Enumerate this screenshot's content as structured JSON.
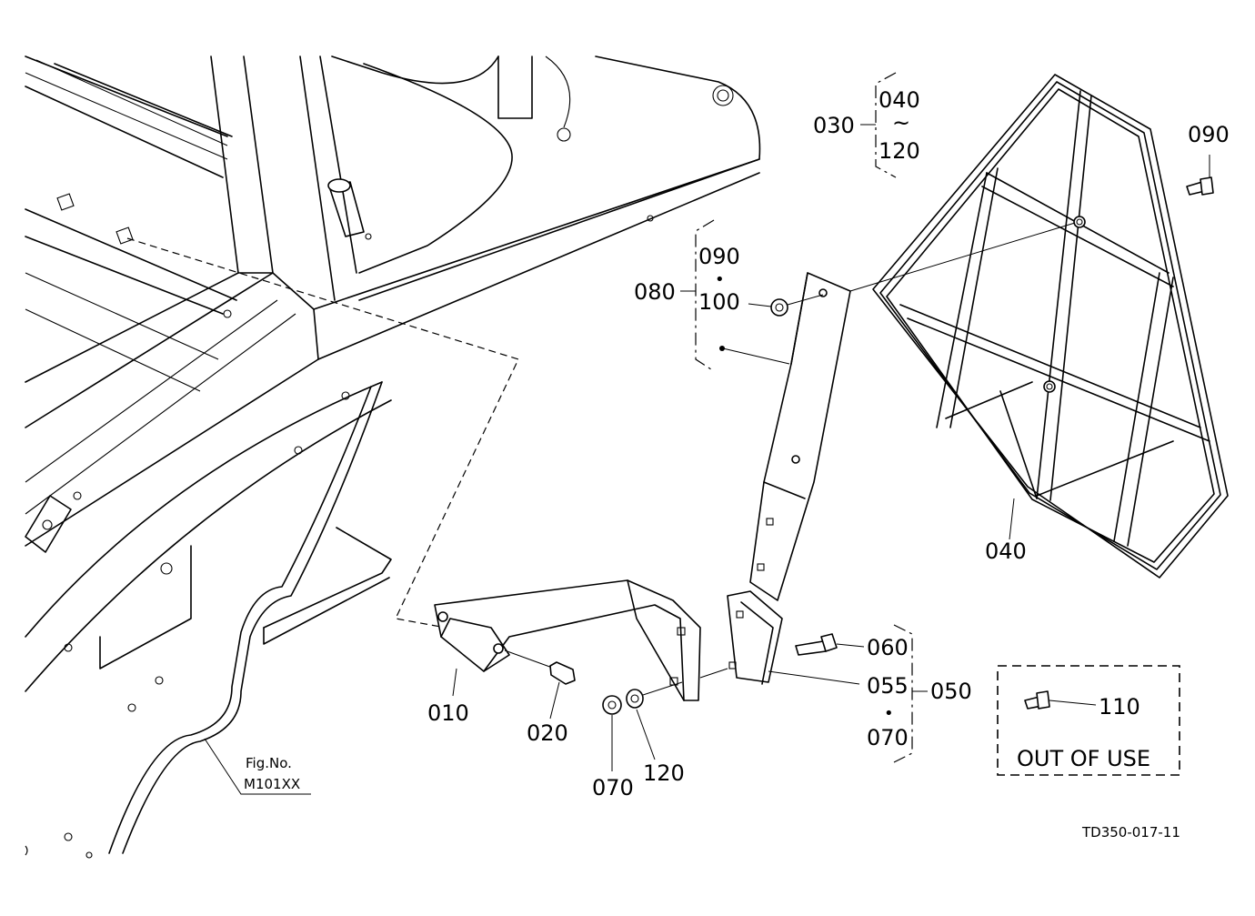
{
  "labels": {
    "p010": "010",
    "p020": "020",
    "p030": "030",
    "p040_main": "040",
    "p040_range_start": "040",
    "p040_range_tilde": "~",
    "p040_range_end": "120",
    "p050": "050",
    "p055": "055",
    "p060": "060",
    "p070_a": "070",
    "p070_b": "070",
    "p080": "080",
    "p090_a": "090",
    "p090_b": "090",
    "p100": "100",
    "p110": "110",
    "p120": "120",
    "dot": "•"
  },
  "fig_ref": {
    "line1": "Fig.No.",
    "line2": "M101XX"
  },
  "out_of_use": "OUT OF USE",
  "drawing_id": "TD350-017-11"
}
